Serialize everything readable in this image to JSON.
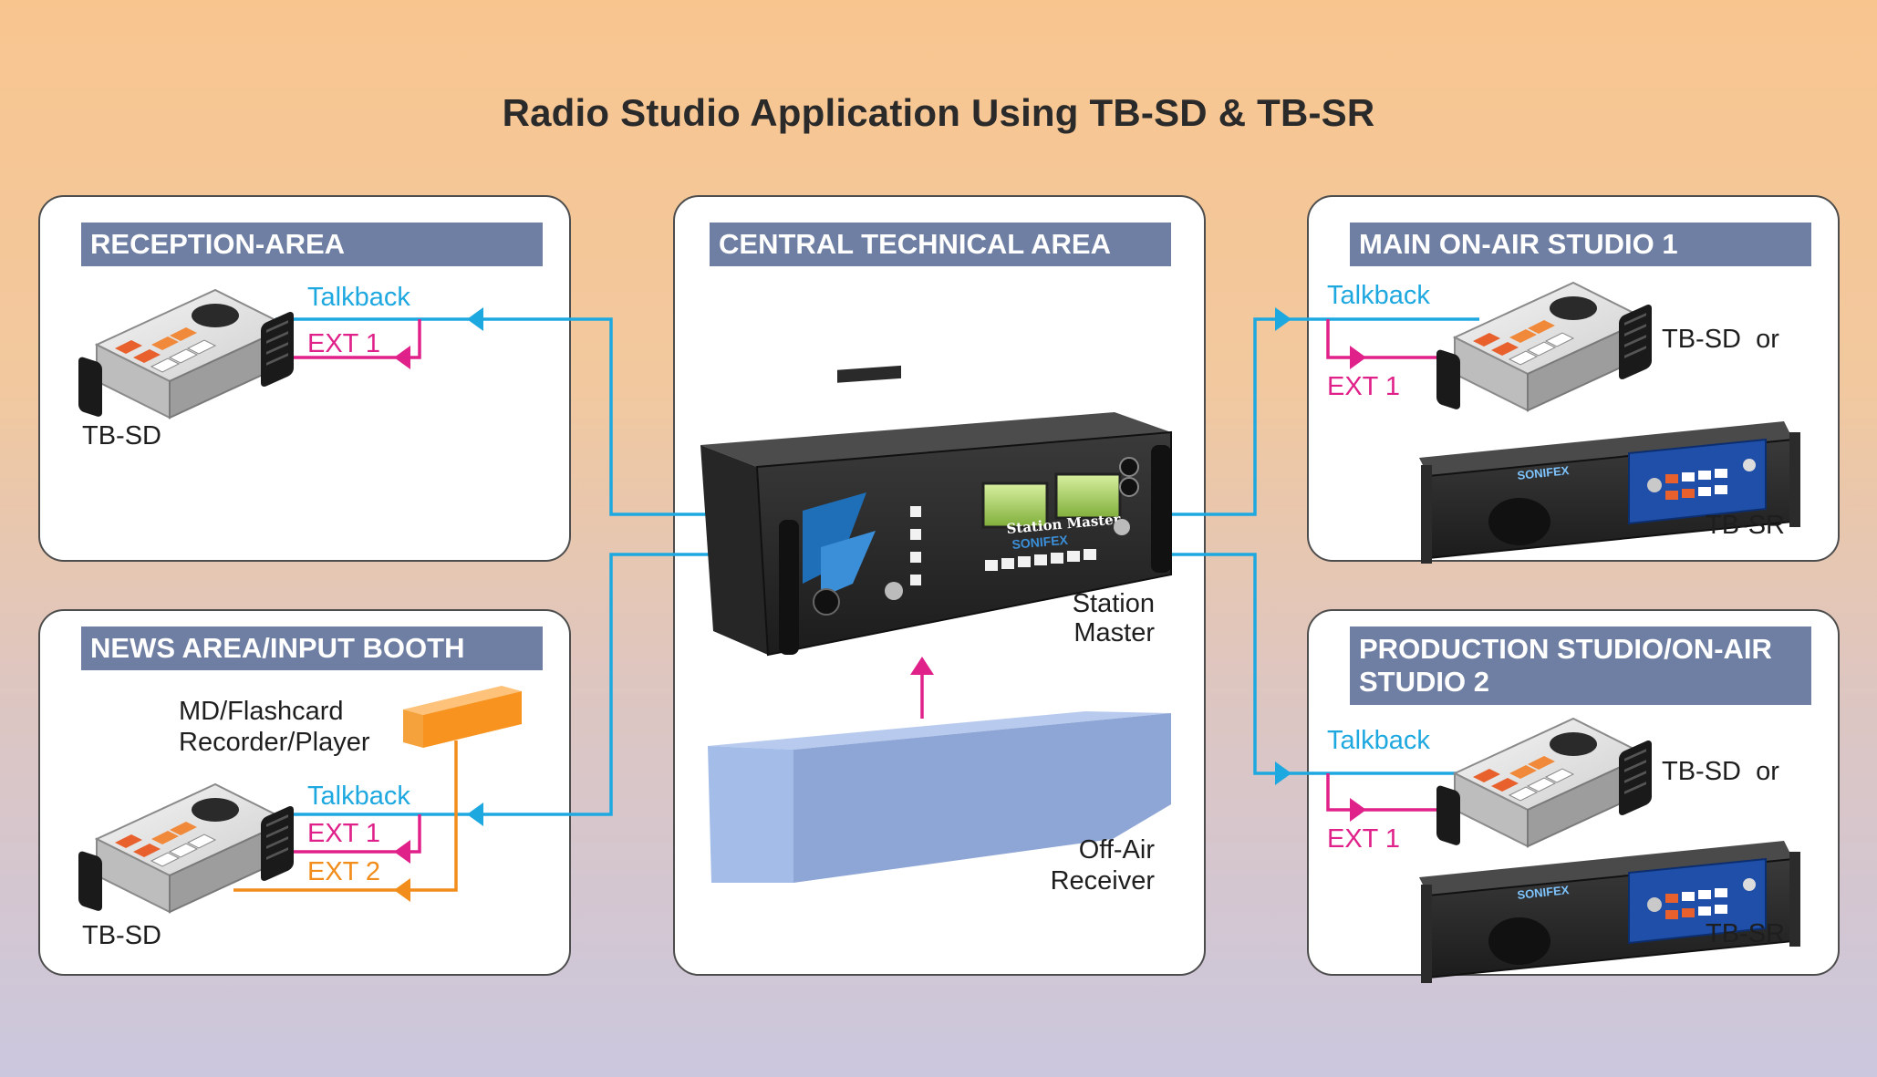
{
  "title": "Radio Studio Application Using TB-SD & TB-SR",
  "panels": {
    "reception": {
      "header": "RECEPTION-AREA",
      "device_label": "TB-SD",
      "talkback": "Talkback",
      "ext1": "EXT 1"
    },
    "news": {
      "header": "NEWS AREA/INPUT BOOTH",
      "recorder_label_line1": "MD/Flashcard",
      "recorder_label_line2": "Recorder/Player",
      "device_label": "TB-SD",
      "talkback": "Talkback",
      "ext1": "EXT 1",
      "ext2": "EXT 2"
    },
    "central": {
      "header": "CENTRAL TECHNICAL AREA",
      "station_master_line1": "Station",
      "station_master_line2": "Master",
      "receiver_line1": "Off-Air",
      "receiver_line2": "Receiver",
      "rack_brand": "Station Master",
      "rack_brand_sub": "SONIFEX"
    },
    "studio1": {
      "header": "MAIN ON-AIR STUDIO 1",
      "talkback": "Talkback",
      "ext1": "EXT 1",
      "tbsd_label": "TB-SD  or",
      "tbsr_label": "TB-SR",
      "tbsr_brand": "SONIFEX"
    },
    "studio2": {
      "header_line1": "PRODUCTION STUDIO/ON-AIR",
      "header_line2": "STUDIO 2",
      "talkback": "Talkback",
      "ext1": "EXT 1",
      "tbsd_label": "TB-SD  or",
      "tbsr_label": "TB-SR",
      "tbsr_brand": "SONIFEX"
    }
  },
  "colors": {
    "talkback": "#1ea8e0",
    "ext1": "#e0218a",
    "ext2": "#f28c1a",
    "header": "#6f7fa3",
    "receiver": "#8ea6d6"
  }
}
